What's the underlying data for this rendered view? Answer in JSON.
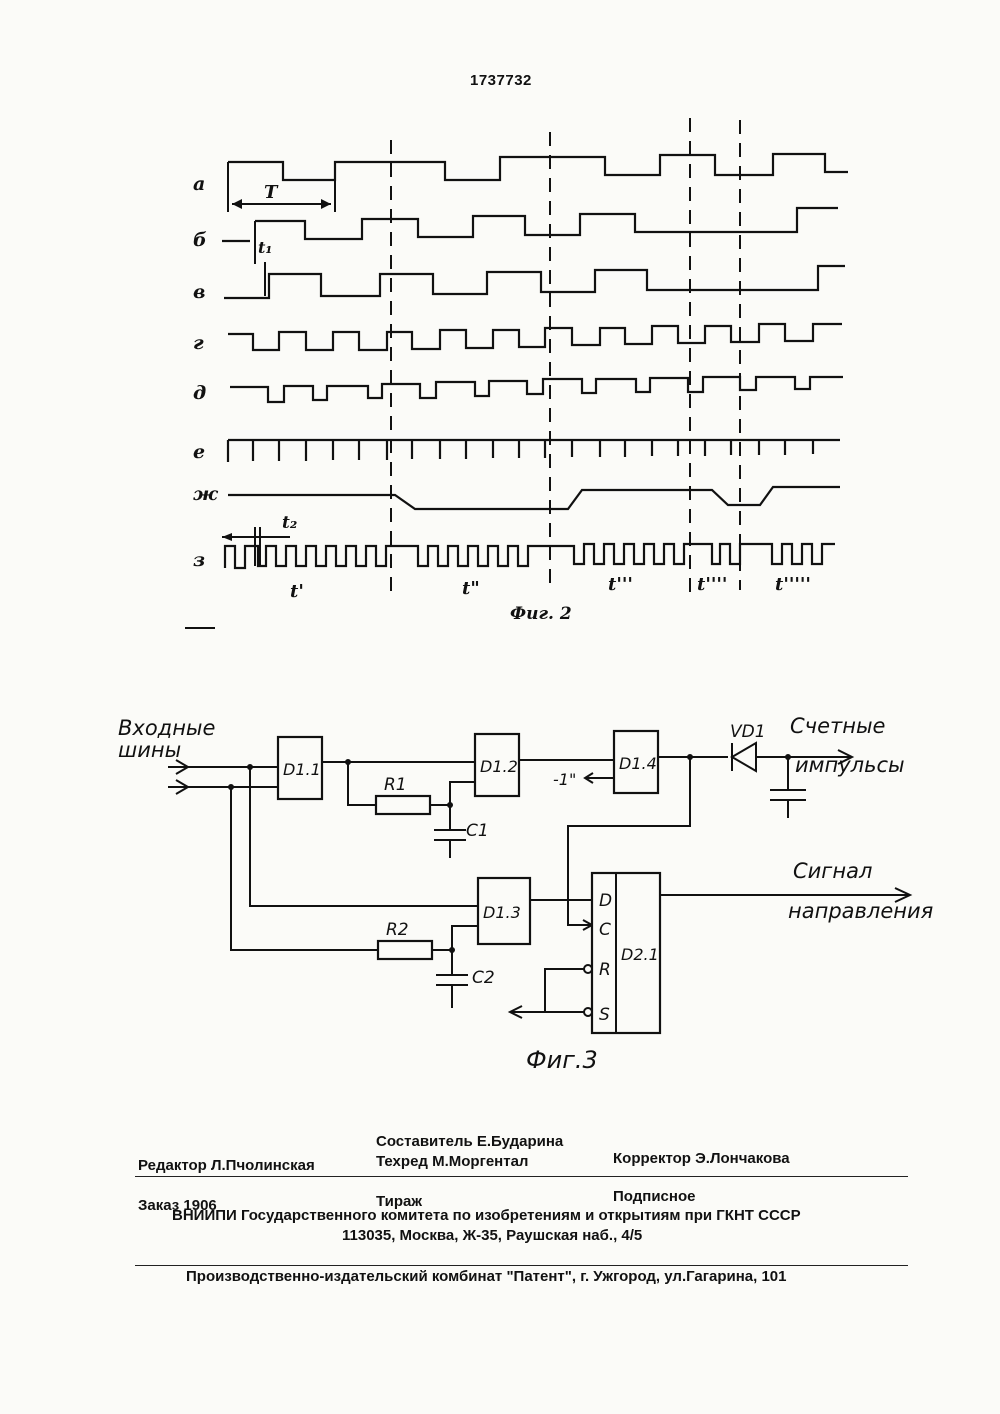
{
  "header": {
    "patent_number": "1737732"
  },
  "fig2": {
    "signal_labels": [
      "а",
      "б",
      "в",
      "г",
      "д",
      "е",
      "ж",
      "з"
    ],
    "period_label": "T",
    "delay_label_1": "t₁",
    "delay_label_2": "t₂",
    "interval_labels": [
      "t'",
      "t\"",
      "t'''",
      "t''''",
      "t'''''"
    ],
    "caption": "Фиг. 2"
  },
  "fig3": {
    "input_label_line1": "Входные",
    "input_label_line2": "шины",
    "gate_labels": [
      "D1.1",
      "D1.2",
      "D1.4",
      "D1.3"
    ],
    "r1": "R1",
    "c1": "C1",
    "r2": "R2",
    "c2": "C2",
    "diode": "VD1",
    "logic_one": "-1\"",
    "trigger_label": "D2.1",
    "trigger_pins": [
      "D",
      "C",
      "R",
      "S"
    ],
    "output1_line1": "Счетные",
    "output1_line2": "импульсы",
    "output2_line1": "Сигнал",
    "output2_line2": "направления",
    "caption": "Фиг.3"
  },
  "imprint": {
    "compiler": "Составитель Е.Бударина",
    "editor": "Редактор Л.Пчолинская",
    "techred": "Техред М.Моргентал",
    "corrector": "Корректор   Э.Лончакова",
    "order": "Заказ 1906",
    "circulation": "Тираж",
    "subscription": "Подписное",
    "institute": "ВНИИПИ Государственного комитета по изобретениям и открытиям при ГКНТ СССР",
    "address": "113035, Москва, Ж-35, Раушская наб., 4/5",
    "publisher": "Производственно-издательский комбинат \"Патент\", г. Ужгород, ул.Гагарина, 101"
  }
}
